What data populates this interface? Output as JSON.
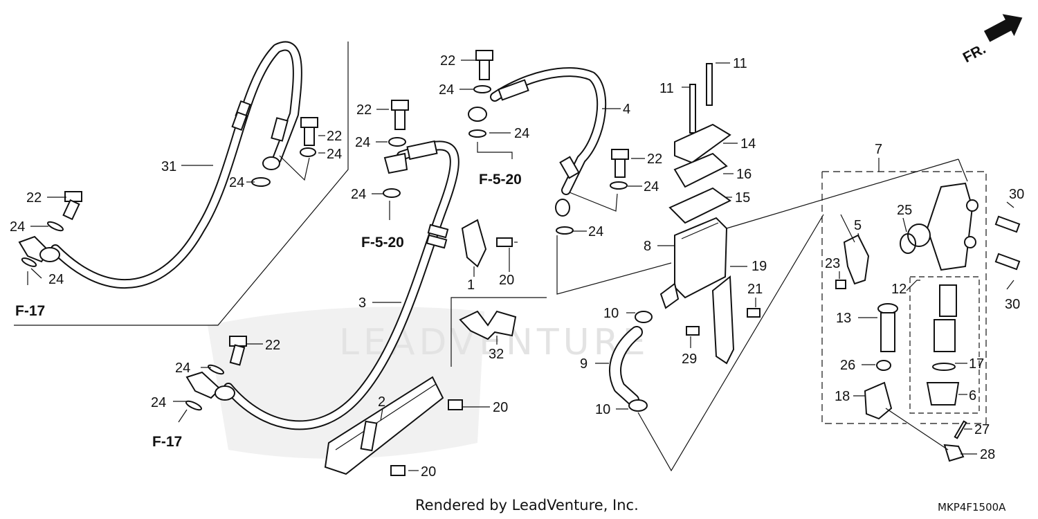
{
  "orientation_label": "FR.",
  "watermark_text": "LEADVENTURE",
  "footer": {
    "credit": "Rendered by LeadVenture, Inc.",
    "diagram_code": "MKP4F1500A"
  },
  "refs": {
    "f17_a": "F-17",
    "f17_b": "F-17",
    "f520_a": "F-5-20",
    "f520_b": "F-5-20"
  },
  "callouts": {
    "c31": "31",
    "c22a": "22",
    "c22b": "22",
    "c22c": "22",
    "c22d": "22",
    "c22e": "22",
    "c22f": "22",
    "c24a": "24",
    "c24b": "24",
    "c24c": "24",
    "c24d": "24",
    "c24e": "24",
    "c24f": "24",
    "c24g": "24",
    "c24h": "24",
    "c24i": "24",
    "c24j": "24",
    "c24k": "24",
    "c24l": "24",
    "c3": "3",
    "c1": "1",
    "c20a": "20",
    "c20b": "20",
    "c20c": "20",
    "c32": "32",
    "c2": "2",
    "c4": "4",
    "c11a": "11",
    "c11b": "11",
    "c14": "14",
    "c16": "16",
    "c15": "15",
    "c8": "8",
    "c19": "19",
    "c21": "21",
    "c10a": "10",
    "c10b": "10",
    "c9": "9",
    "c29": "29",
    "c7": "7",
    "c30a": "30",
    "c30b": "30",
    "c25": "25",
    "c5": "5",
    "c23": "23",
    "c12": "12",
    "c13": "13",
    "c26": "26",
    "c17": "17",
    "c18": "18",
    "c6": "6",
    "c27": "27",
    "c28": "28"
  },
  "colors": {
    "line": "#111111",
    "watermark": "#e3e3e3",
    "background": "#ffffff"
  }
}
